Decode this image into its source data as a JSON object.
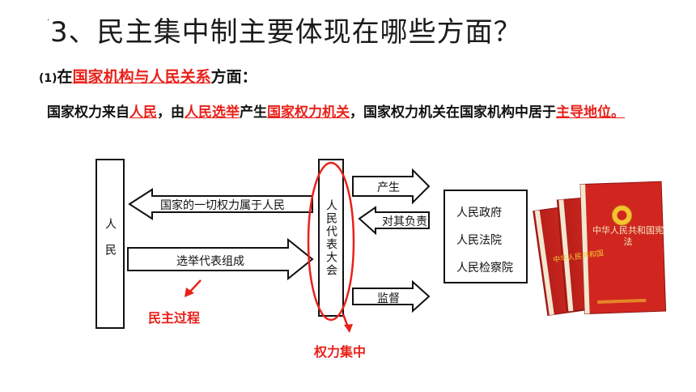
{
  "title": "3、民主集中制主要体现在哪些方面？",
  "subhead": {
    "num": "(1)",
    "pre": "在",
    "highlight": "国家机构与人民关系",
    "post": "方面："
  },
  "para": {
    "t1": "国家权力来自",
    "h1": "人民",
    "t2": "，由",
    "h2": "人民选举",
    "t3": "产生",
    "h3": "国家权力机关",
    "t4": "，国家权力机关在国家机构中居于",
    "h4": "主导地位。"
  },
  "diagram": {
    "people": "人民",
    "npc": "人民代表大会",
    "left_top_arrow": "国家的一切权力属于人民",
    "left_bottom_arrow": "选举代表组成",
    "right_top_arrow": "产生",
    "right_mid_arrow": "对其负责",
    "right_bottom_arrow": "监督",
    "orgs": [
      "人民政府",
      "人民法院",
      "人民检察院"
    ],
    "label_democracy": "民主过程",
    "label_centralism": "权力集中"
  },
  "book": {
    "cover_text": "中华人民共和国宪法",
    "side_text": "中华人民共和国"
  },
  "colors": {
    "accent_red": "#e8211a",
    "book_red": "#d0261f"
  }
}
